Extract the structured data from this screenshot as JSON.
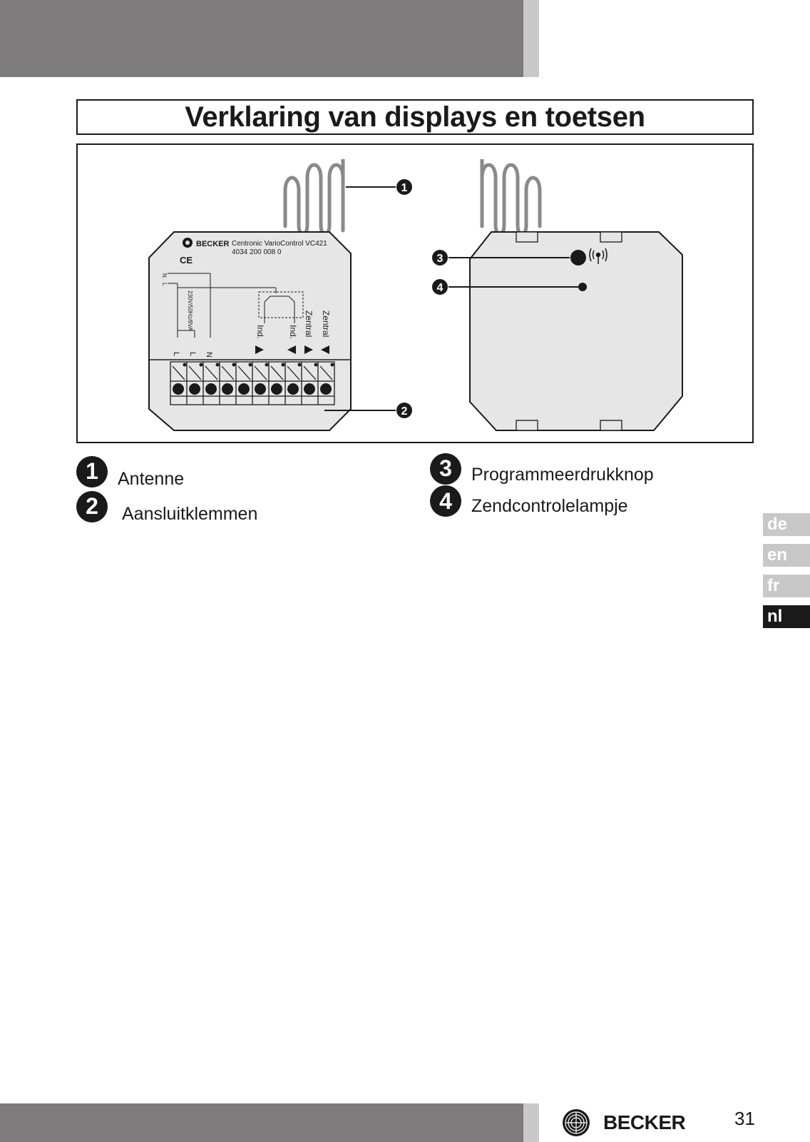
{
  "page": {
    "title": "Verklaring van displays en toetsen",
    "page_number": "31"
  },
  "figure": {
    "device_brand": "BECKER",
    "device_model": "Centronic VarioControl VC421",
    "device_article": "4034 200 008 0",
    "ce_mark": "CE",
    "rating": "230V/50Hz/8VA",
    "wire_n": "N",
    "wire_l": "L",
    "label_ind_1": "Ind.",
    "label_ind_2": "Ind.",
    "label_zentral_1": "Zentral",
    "label_zentral_2": "Zentral",
    "terminal_l1": "L",
    "terminal_l2": "L",
    "terminal_n": "N",
    "callout_1": "1",
    "callout_2": "2",
    "callout_3": "3",
    "callout_4": "4"
  },
  "legend": [
    {
      "number": "1",
      "label": "Antenne"
    },
    {
      "number": "2",
      "label": "Aansluitklemmen"
    },
    {
      "number": "3",
      "label": "Programmeerdrukknop"
    },
    {
      "number": "4",
      "label": "Zendcontrolelampje"
    }
  ],
  "languages": [
    {
      "code": "de",
      "active": false
    },
    {
      "code": "en",
      "active": false
    },
    {
      "code": "fr",
      "active": false
    },
    {
      "code": "nl",
      "active": true
    }
  ],
  "footer": {
    "brand": "BECKER"
  },
  "colors": {
    "band_gray": "#7d7b7c",
    "tab_gray": "#c8c8c8",
    "ink": "#1a1a1a",
    "device_fill": "#e6e6e6"
  }
}
